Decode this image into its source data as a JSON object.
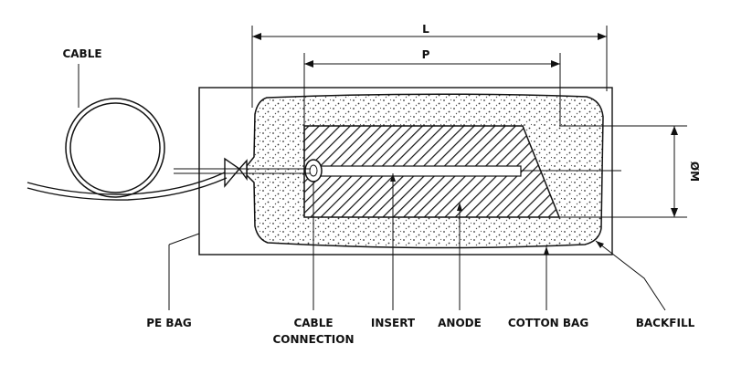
{
  "labels": {
    "cable": "CABLE",
    "pe_bag": "PE BAG",
    "cable_connection_line1": "CABLE",
    "cable_connection_line2": "CONNECTION",
    "insert": "INSERT",
    "anode": "ANODE",
    "cotton_bag": "COTTON BAG",
    "backfill": "BACKFILL"
  },
  "dimensions": {
    "overall_length": "L",
    "anode_length": "P",
    "diameter": "ØM"
  },
  "colors": {
    "line": "#111111",
    "background": "#ffffff"
  }
}
